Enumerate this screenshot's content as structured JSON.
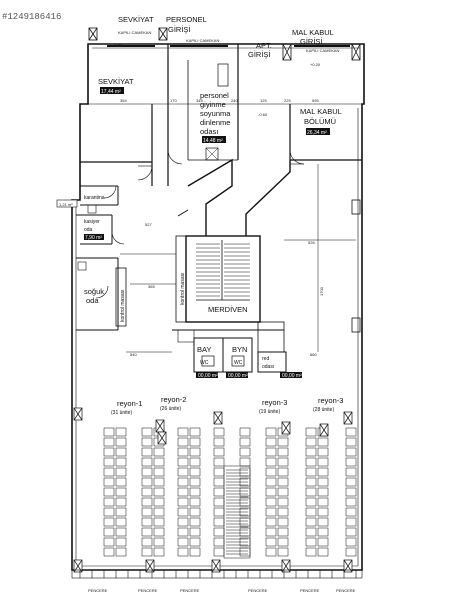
{
  "watermark": "#1249186416",
  "rooms": {
    "sevkiyat_entry": "SEVKİYAT",
    "personel_entry": [
      "PERSONEL",
      "GİRİŞİ"
    ],
    "apt_entry": [
      "APT.",
      "GİRİŞİ"
    ],
    "mal_kabul_entry": [
      "MAL KABUL",
      "GİRİŞİ"
    ],
    "sevkiyat_room": "SEVKİYAT",
    "sevkiyat_area": "17,44 m²",
    "personel_room": [
      "personel",
      "giyinme",
      "soyunma",
      "dinlenme",
      "odası"
    ],
    "personel_area": "14,48 m²",
    "mal_kabul_room": [
      "MAL KABUL",
      "BÖLÜMÜ"
    ],
    "mal_kabul_area": "26,34 m²",
    "karantina": "karantina",
    "kasiyer": [
      "kasiyer",
      "oda"
    ],
    "kasiyer_area": "7,90 m²",
    "soguk": [
      "soğuk",
      "oda"
    ],
    "kontrol_masasi_1": "kontrol masası",
    "kontrol_masasi_2": "kontrol masası",
    "merdiven": "MERDİVEN",
    "bay": "BAY",
    "byn": "BYN",
    "wc1": "WC",
    "wc2": "WC",
    "red": [
      "red",
      "odası"
    ],
    "wc_area_1": "00,00 m²",
    "wc_area_2": "00,00 m²",
    "red_area": "00,00 m²"
  },
  "reyons": [
    {
      "name": "reyon-1",
      "units": "(31 ünite)"
    },
    {
      "name": "reyon-2",
      "units": "(26 ünite)"
    },
    {
      "name": "reyon-3",
      "units": "(19 ünite)"
    },
    {
      "name": "reyon-3",
      "units": "(28 ünite)"
    }
  ],
  "dimensions": {
    "d354": "354",
    "d170": "170",
    "d345": "345",
    "d240": "240",
    "d595": "595",
    "d125": "125",
    "d225": "225",
    "d527": "527",
    "d365": "365",
    "d526": "526",
    "d1700": "1700",
    "d540": "540",
    "d660": "660",
    "d121": "1,21 m²",
    "l020": "+0.20",
    "l020b": "+0.20",
    "l060": "-0.60"
  },
  "bottom_labels": [
    "PENCERE",
    "PENCERE",
    "PENCERE",
    "PENCERE",
    "PENCERE",
    "PENCERE"
  ],
  "small_tags": [
    "KAPILI CAMEKAN",
    "KAPILI CAMEKAN",
    "KAPILI CAMEKAN"
  ]
}
